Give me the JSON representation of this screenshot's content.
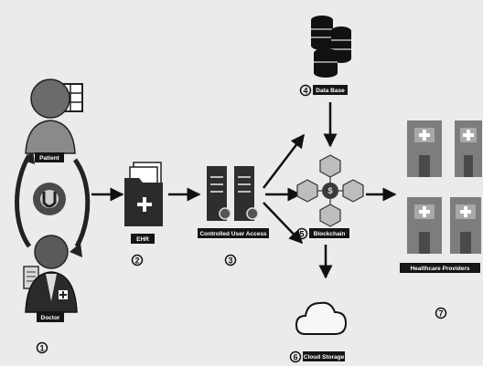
{
  "nodes": {
    "patient": {
      "label": "Patient"
    },
    "doctor": {
      "label": "Doctor",
      "step": "1"
    },
    "ehr": {
      "label": "EHR",
      "step": "2"
    },
    "access": {
      "label": "Controlled User Access",
      "step": "3"
    },
    "database": {
      "label": "Data Base",
      "step": "4"
    },
    "blockchain": {
      "label": "Blockchain",
      "step": "5"
    },
    "cloud": {
      "label": "Cloud Storage",
      "step": "6"
    },
    "providers": {
      "label": "Healthcare Providers",
      "step": "7"
    }
  },
  "colors": {
    "ink": "#1a1a1a",
    "gray": "#7a7a7a",
    "label_bg": "#151515",
    "background": "#ebebeb"
  }
}
